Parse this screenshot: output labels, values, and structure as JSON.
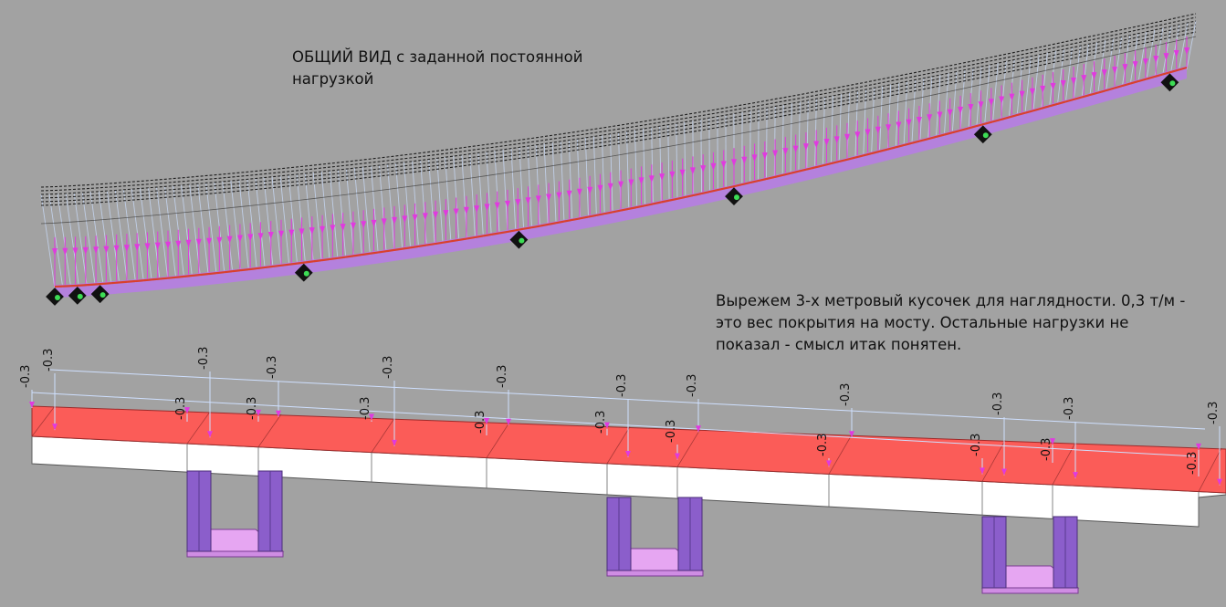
{
  "captions": {
    "overview": "ОБЩИЙ ВИД с заданной постоянной\nнагрузкой",
    "detail": "Вырежем 3-х метровый кусочек для наглядности. 0,3 т/м -\nэто вес покрытия на мосту. Остальные нагрузки не\nпоказал - смысл итак понятен."
  },
  "load": {
    "value_label": "-0.3",
    "labels_count": 22
  },
  "colors": {
    "background": "#a2a2a2",
    "deck_top": "#fb5c58",
    "deck_side": "#ffffff",
    "pier": "#8b5ecb",
    "footing": "#e6a6f2",
    "load_arrow": "#e03adf",
    "wire": "#c6d6f2"
  }
}
